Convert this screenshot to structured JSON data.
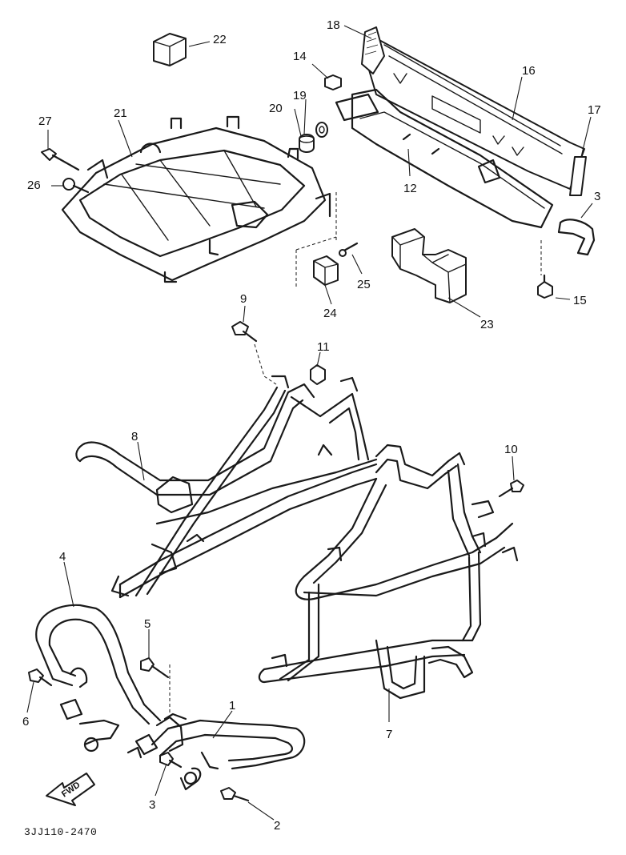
{
  "callouts": {
    "p1": "1",
    "p2": "2",
    "p3a": "3",
    "p3b": "3",
    "p4": "4",
    "p5": "5",
    "p6": "6",
    "p7": "7",
    "p8": "8",
    "p9": "9",
    "p10": "10",
    "p11": "11",
    "p12": "12",
    "p14": "14",
    "p15": "15",
    "p16": "16",
    "p17": "17",
    "p18": "18",
    "p19": "19",
    "p20": "20",
    "p21": "21",
    "p22": "22",
    "p23": "23",
    "p24": "24",
    "p25": "25",
    "p26": "26",
    "p27": "27"
  },
  "direction_marker": "FWD",
  "diagram_code": "3JJ110-2470"
}
